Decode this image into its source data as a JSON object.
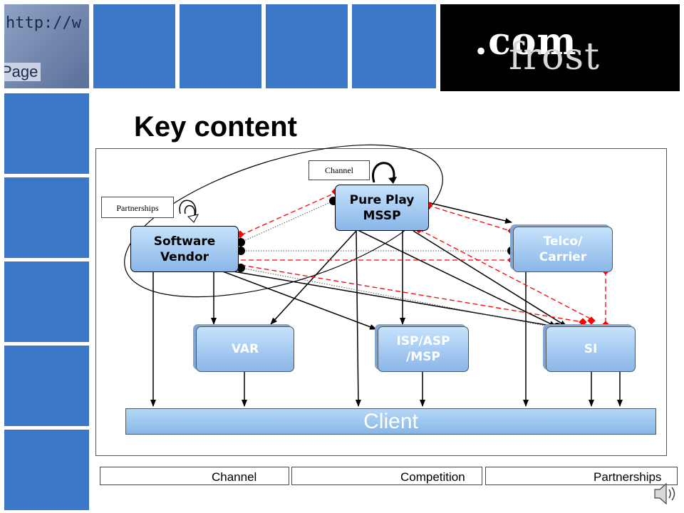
{
  "slide": {
    "title": "Key content",
    "brand": {
      "name": "frost",
      "suffix": ".com"
    },
    "header_image_text": {
      "url": "http://w",
      "page": "Page"
    }
  },
  "diagram": {
    "nodes": {
      "pure_play": "Pure Play\nMSSP",
      "software_vendor": "Software\nVendor",
      "telco": "Telco/\nCarrier",
      "var": "VAR",
      "isp": "ISP/ASP\n/MSP",
      "si": "SI",
      "client": "Client"
    },
    "callouts": {
      "channel": "Channel",
      "partnerships": "Partnerships"
    }
  },
  "legend": {
    "channel": "Channel",
    "competition": "Competition",
    "partnerships": "Partnerships"
  },
  "colors": {
    "tile_blue": "#3c78c8",
    "competition_red": "#ff0000",
    "node_fill": "#a6cdf3"
  },
  "icons": [
    "speaker-icon",
    "curved-arrow-icon"
  ]
}
